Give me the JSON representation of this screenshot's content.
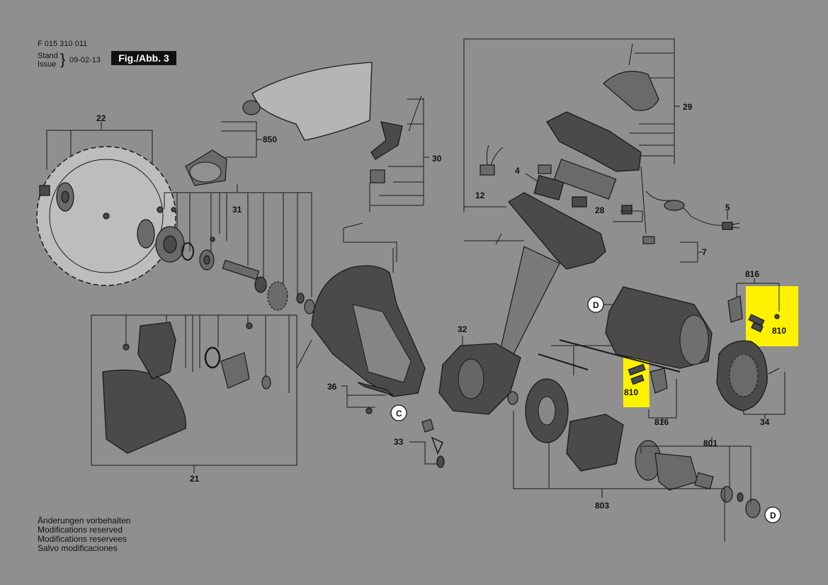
{
  "header": {
    "doc_number": "F 015 310 011",
    "stand_label": "Stand",
    "issue_label": "Issue",
    "bracket": "}",
    "date": "09-02-13",
    "figure": "Fig./Abb. 3"
  },
  "footer": {
    "lines": [
      "Änderungen vorbehalten",
      "Modifications reserved",
      "Modifications reservees",
      "Salvo modificaciones"
    ]
  },
  "labels": {
    "p22": "22",
    "p850": "850",
    "p30": "30",
    "p29": "29",
    "p12": "12",
    "p4": "4",
    "p28": "28",
    "p5": "5",
    "p7": "7",
    "p31": "31",
    "p816a": "816",
    "p810a": "810",
    "p810b": "810",
    "p816b": "816",
    "p34": "34",
    "p32": "32",
    "p36": "36",
    "p33": "33",
    "p21": "21",
    "p801": "801",
    "p803": "803",
    "c": "C",
    "d1": "D",
    "d2": "D"
  },
  "colors": {
    "background": "#8f8f8f",
    "highlight": "#fff200",
    "ink": "#111111"
  }
}
